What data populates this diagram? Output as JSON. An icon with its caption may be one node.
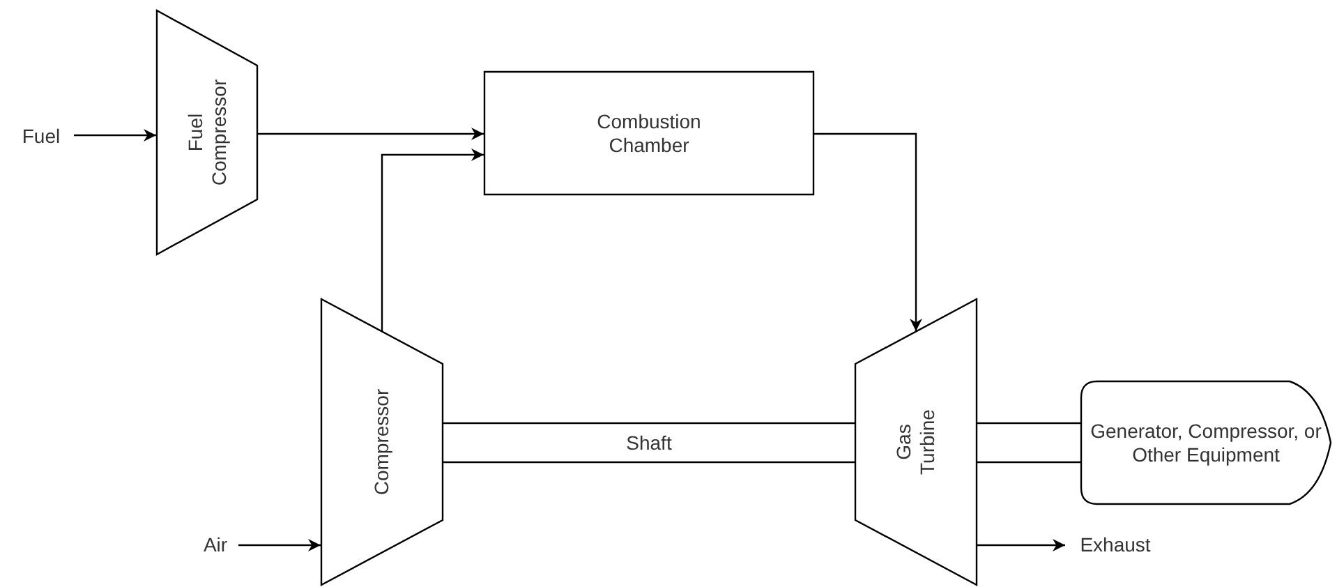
{
  "diagram": {
    "nodes": [
      {
        "text": [
          "Fuel"
        ]
      },
      {
        "text": [
          "Fuel Compressor"
        ]
      },
      {
        "text": [
          "Combustion Chamber"
        ]
      },
      {
        "text": [
          "Compressor"
        ]
      },
      {
        "text": [
          "Air"
        ]
      },
      {
        "text": [
          "Shaft"
        ]
      },
      {
        "text": [
          "Gas Turbine"
        ]
      },
      {
        "text": [
          "Generator, Compressor, or Other Equipment"
        ]
      },
      {
        "text": [
          "Exhaust"
        ]
      },
      {
        "text": [],
        "shape": "bar"
      }
    ],
    "edges": [
      {
        "from": 0,
        "to": 1,
        "arrow": "to"
      },
      {
        "from": 1,
        "to": 2,
        "arrow": "to"
      },
      {
        "from": 3,
        "to": 2,
        "arrow": "to"
      },
      {
        "from": 2,
        "to": 6,
        "arrow": "to"
      },
      {
        "from": 4,
        "to": 3,
        "arrow": "to"
      },
      {
        "from": 6,
        "to": 8,
        "arrow": "to"
      }
    ]
  }
}
